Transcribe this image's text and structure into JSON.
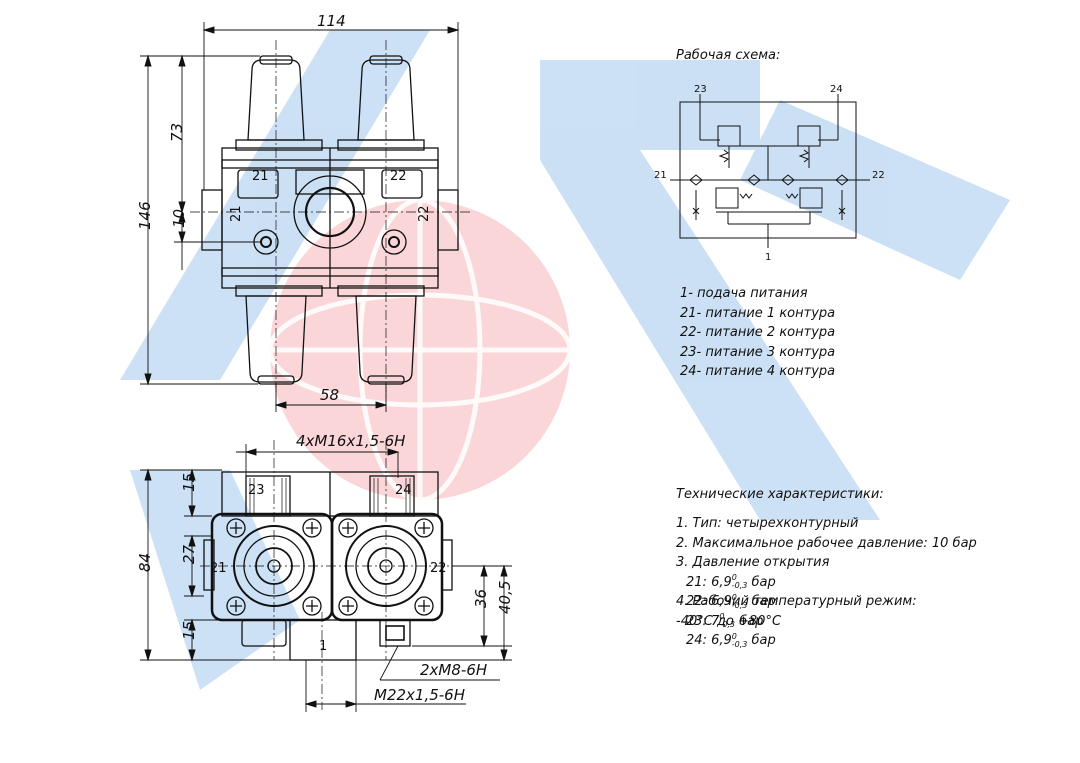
{
  "dimensions": {
    "width_total": "114",
    "height_total": "146",
    "height_upper": "73",
    "port_offset": "10",
    "port_spacing": "58",
    "thread_m16": "4xM16x1,5-6H",
    "bottom_height": "84",
    "bottom_mid": "27",
    "bottom_top": "15",
    "bottom_low": "15",
    "right_36": "36",
    "right_405": "40,5",
    "thread_m8": "2xM8-6H",
    "thread_m22": "M22x1,5-6H"
  },
  "ports": {
    "p1": "1",
    "p21": "21",
    "p22": "22",
    "p23": "23",
    "p24": "24"
  },
  "schema": {
    "title": "Рабочая схема:",
    "legend": [
      "1- подача питания",
      "21- питание 1 контура",
      "22- питание 2 контура",
      "23- питание 3 контура",
      "24- питание 4 контура"
    ]
  },
  "specs": {
    "title": "Технические характеристики:",
    "item1": "1. Тип: четырехконтурный",
    "item2": "2. Максимальное рабочее давление: 10 бар",
    "item3": "3. Давление открытия",
    "pressures": [
      {
        "port": "21:",
        "value": "6,9",
        "tol_up": "0",
        "tol_down": "-0,3",
        "unit": "бар"
      },
      {
        "port": "22:",
        "value": "6,9",
        "tol_up": "0",
        "tol_down": "-0,3",
        "unit": "бар"
      },
      {
        "port": "23:",
        "value": "7",
        "tol_up": "0",
        "tol_down": "-0,3",
        "unit": "бар"
      },
      {
        "port": "24:",
        "value": "6,9",
        "tol_up": "0",
        "tol_down": "-0,3",
        "unit": "бар"
      }
    ],
    "item4": "4. Рабочий температурный режим:",
    "temp_range": "-40°С до +80°С"
  },
  "colors": {
    "watermark_blue": "#bcd6f2",
    "watermark_red": "#f7c9cc",
    "line": "#111111"
  }
}
